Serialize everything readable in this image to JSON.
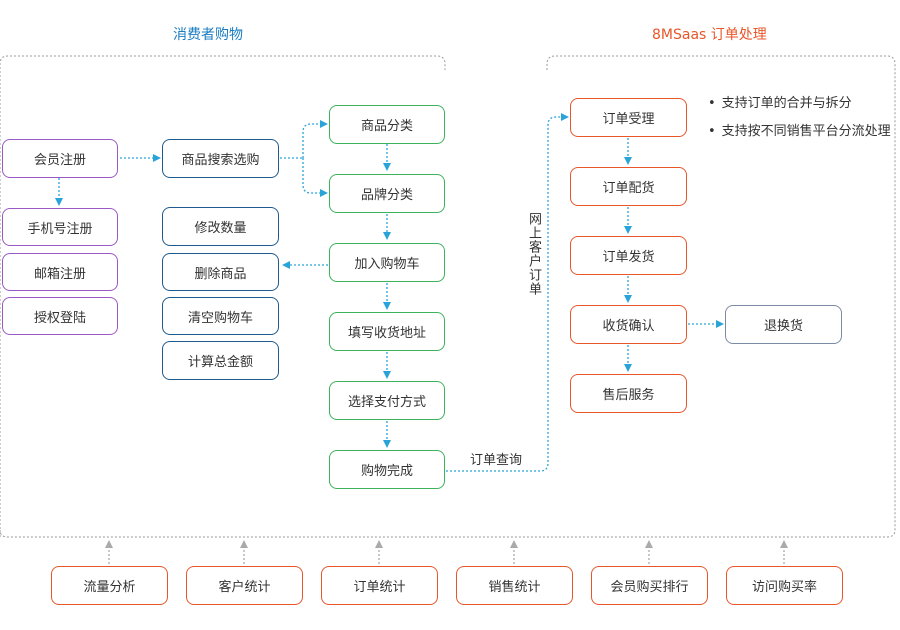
{
  "titles": {
    "left": "消费者购物",
    "right": "8MSaas 订单处理"
  },
  "colors": {
    "blue_title": "#1a7cc1",
    "orange_title": "#e8562a",
    "arrow": "#2aa3d8",
    "container": "#999999"
  },
  "member": {
    "register": "会员注册",
    "phone": "手机号注册",
    "email": "邮箱注册",
    "oauth": "授权登陆"
  },
  "search": "商品搜索选购",
  "cart_ops": {
    "modify": "修改数量",
    "delete": "删除商品",
    "clear": "清空购物车",
    "total": "计算总金额"
  },
  "flow": {
    "category": "商品分类",
    "brand": "品牌分类",
    "add_cart": "加入购物车",
    "address": "填写收货地址",
    "payment": "选择支付方式",
    "complete": "购物完成"
  },
  "links": {
    "order_query": "订单查询",
    "online_order": "网上客户订单"
  },
  "order": {
    "accept": "订单受理",
    "allocate": "订单配货",
    "ship": "订单发货",
    "receive": "收货确认",
    "after_sale": "售后服务",
    "return": "退换货"
  },
  "features": [
    "支持订单的合并与拆分",
    "支持按不同销售平台分流处理"
  ],
  "stats": [
    "流量分析",
    "客户统计",
    "订单统计",
    "销售统计",
    "会员购买排行",
    "访问购买率"
  ]
}
